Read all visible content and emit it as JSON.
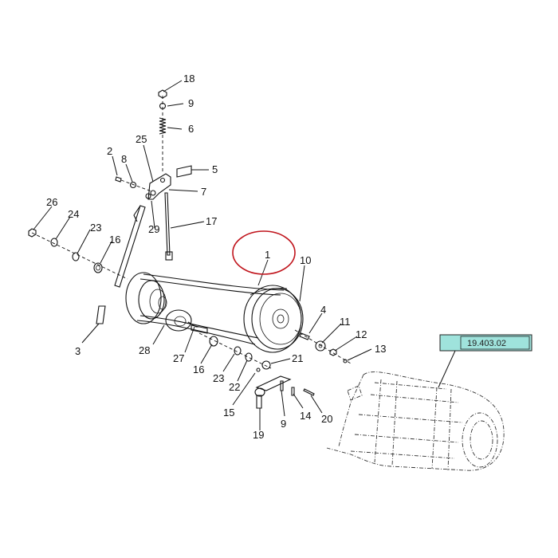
{
  "diagram": {
    "callouts": [
      {
        "id": "c-18",
        "text": "18"
      },
      {
        "id": "c-9a",
        "text": "9"
      },
      {
        "id": "c-6",
        "text": "6"
      },
      {
        "id": "c-25",
        "text": "25"
      },
      {
        "id": "c-2",
        "text": "2"
      },
      {
        "id": "c-8",
        "text": "8"
      },
      {
        "id": "c-5",
        "text": "5"
      },
      {
        "id": "c-7",
        "text": "7"
      },
      {
        "id": "c-26",
        "text": "26"
      },
      {
        "id": "c-24",
        "text": "24"
      },
      {
        "id": "c-23a",
        "text": "23"
      },
      {
        "id": "c-16a",
        "text": "16"
      },
      {
        "id": "c-29",
        "text": "29"
      },
      {
        "id": "c-17",
        "text": "17"
      },
      {
        "id": "c-1",
        "text": "1"
      },
      {
        "id": "c-10",
        "text": "10"
      },
      {
        "id": "c-3",
        "text": "3"
      },
      {
        "id": "c-4",
        "text": "4"
      },
      {
        "id": "c-11",
        "text": "11"
      },
      {
        "id": "c-12",
        "text": "12"
      },
      {
        "id": "c-13",
        "text": "13"
      },
      {
        "id": "c-28",
        "text": "28"
      },
      {
        "id": "c-27",
        "text": "27"
      },
      {
        "id": "c-16b",
        "text": "16"
      },
      {
        "id": "c-23b",
        "text": "23"
      },
      {
        "id": "c-22",
        "text": "22"
      },
      {
        "id": "c-21",
        "text": "21"
      },
      {
        "id": "c-15",
        "text": "15"
      },
      {
        "id": "c-9b",
        "text": "9"
      },
      {
        "id": "c-14",
        "text": "14"
      },
      {
        "id": "c-20",
        "text": "20"
      },
      {
        "id": "c-19",
        "text": "19"
      }
    ],
    "reference_box": {
      "text": "19.403.02"
    },
    "highlight_color": "#c0141c",
    "reference_box_fill": "#9fe3dc"
  }
}
